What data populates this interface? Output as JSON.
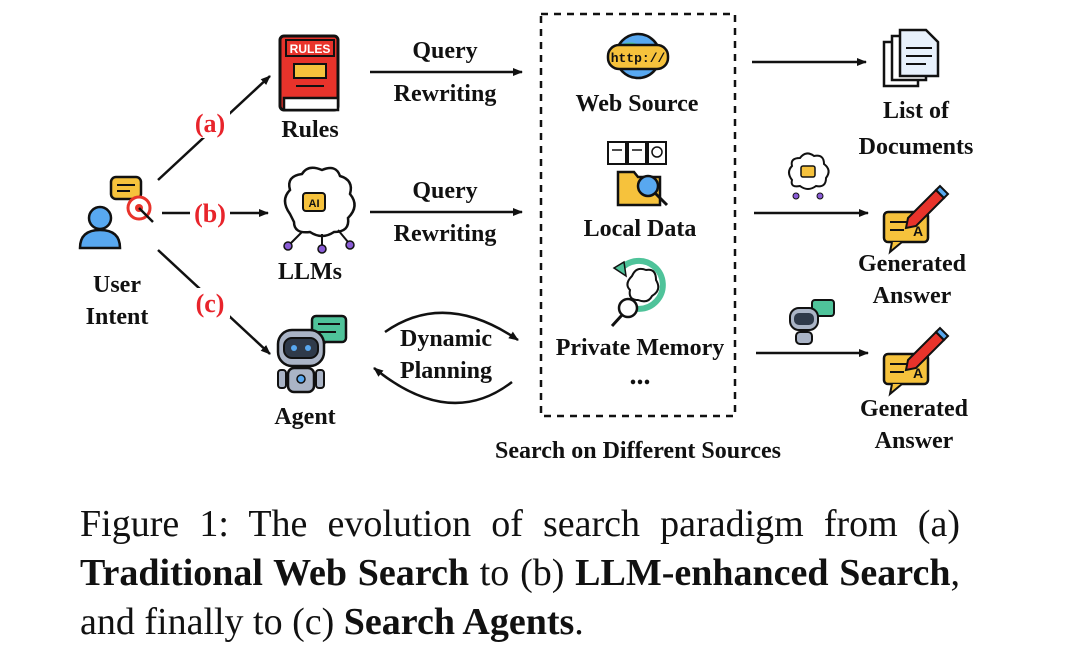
{
  "diagram": {
    "user": {
      "line1": "User",
      "line2": "Intent"
    },
    "paths": [
      {
        "marker": "(a)",
        "node_label": "Rules",
        "icon": "rules-book-icon",
        "icon_text": "RULES"
      },
      {
        "marker": "(b)",
        "node_label": "LLMs",
        "icon": "ai-brain-icon",
        "icon_text": "AI"
      },
      {
        "marker": "(c)",
        "node_label": "Agent",
        "icon": "robot-agent-icon"
      }
    ],
    "query_rewriting": {
      "line1": "Query",
      "line2": "Rewriting"
    },
    "dynamic_planning": {
      "line1": "Dynamic",
      "line2": "Planning"
    },
    "sources": {
      "web": "Web Source",
      "web_icon_text": "http://",
      "local": "Local Data",
      "memory": "Private Memory",
      "more": "...",
      "caption": "Search on Different Sources"
    },
    "outputs": {
      "documents": {
        "line1": "List of",
        "line2": "Documents"
      },
      "generated_1": {
        "line1": "Generated",
        "line2": "Answer"
      },
      "generated_2": {
        "line1": "Generated",
        "line2": "Answer"
      }
    },
    "colors": {
      "marker": "#e8242b",
      "ink": "#111111",
      "book_red": "#e8332b",
      "yellow": "#f6c23c",
      "blue": "#58a8f0",
      "teal": "#4fc39a",
      "purple": "#8a5cd6",
      "robot_gray": "#aab4c6"
    }
  },
  "caption": {
    "prefix": "Figure 1:  The evolution of search paradigm from (a) ",
    "term1": "Traditional Web Search",
    "mid1": " to (b) ",
    "term2": "LLM-enhanced Search",
    "mid2": ", and finally to (c) ",
    "term3": "Search Agents",
    "suffix": "."
  }
}
